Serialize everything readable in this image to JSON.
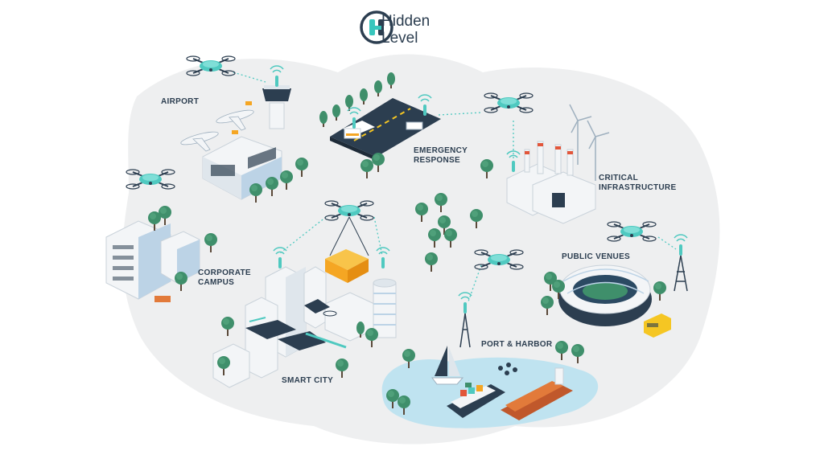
{
  "brand": {
    "name_line1": "Hidden",
    "name_line2": "Level",
    "accent_color": "#38c6bd",
    "dark_color": "#2c3e50"
  },
  "labels": {
    "airport": "AIRPORT",
    "emergency_line1": "EMERGENCY",
    "emergency_line2": "RESPONSE",
    "critical_line1": "CRITICAL",
    "critical_line2": "INFRASTRUCTURE",
    "corporate_line1": "CORPORATE",
    "corporate_line2": "CAMPUS",
    "public_venues": "PUBLIC VENUES",
    "port_harbor": "PORT & HARBOR",
    "smart_city": "SMART CITY"
  },
  "colors": {
    "background_blob": "#eeeff0",
    "drone": "#4fc9c0",
    "tree": "#3f8f6b",
    "water": "#bfe3f0",
    "cargo": "#f5a623",
    "building_light": "#f3f5f7",
    "building_blue": "#bcd3e6"
  }
}
